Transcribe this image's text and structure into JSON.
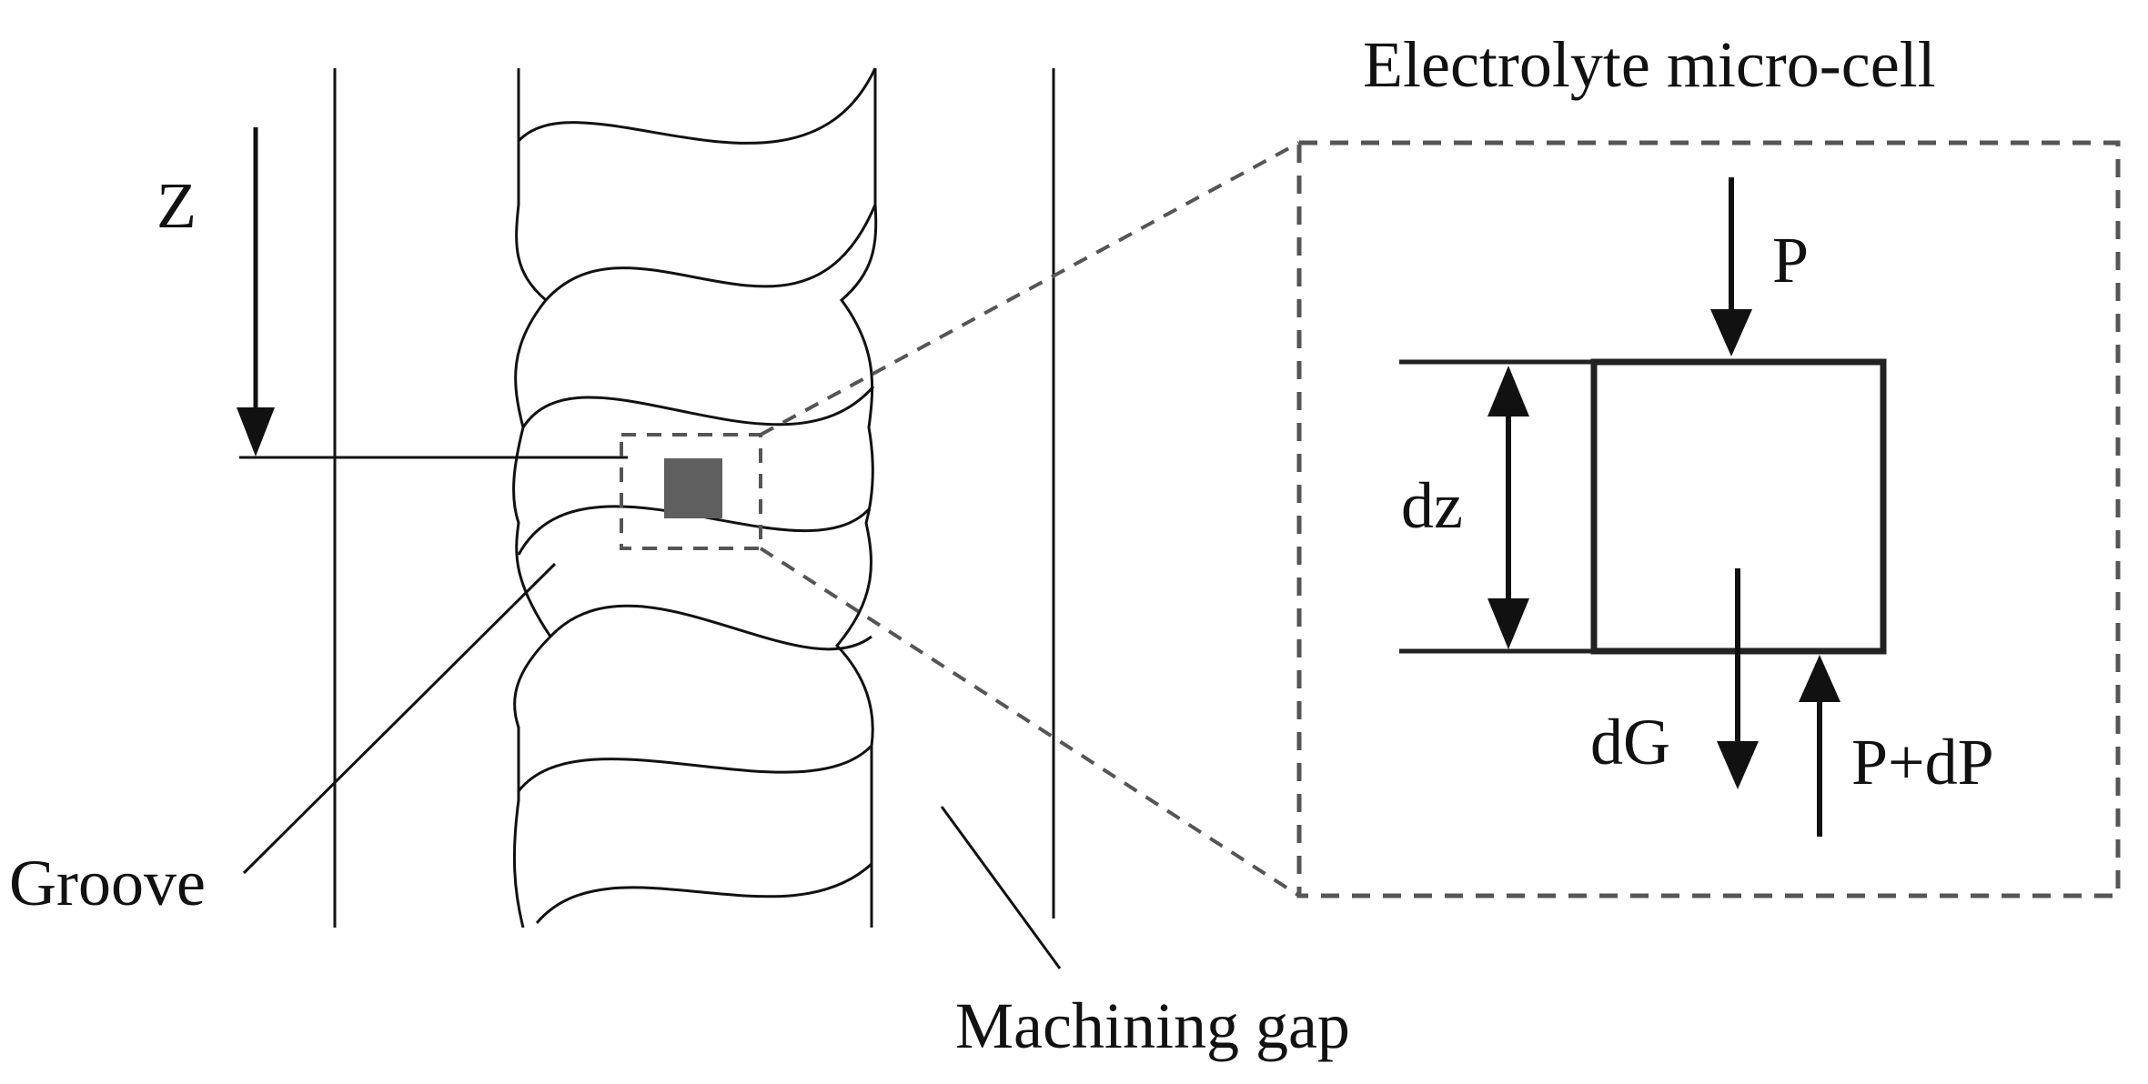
{
  "labels": {
    "z_axis": "Z",
    "groove": "Groove",
    "machining_gap": "Machining gap",
    "inset_title": "Electrolyte micro-cell",
    "pressure_top": "P",
    "height": "dz",
    "gravity": "dG",
    "pressure_bottom": "P+dP"
  },
  "colors": {
    "stroke": "#111111",
    "dashed": "#555555",
    "micro_cell_fill": "#5f5f5f"
  }
}
